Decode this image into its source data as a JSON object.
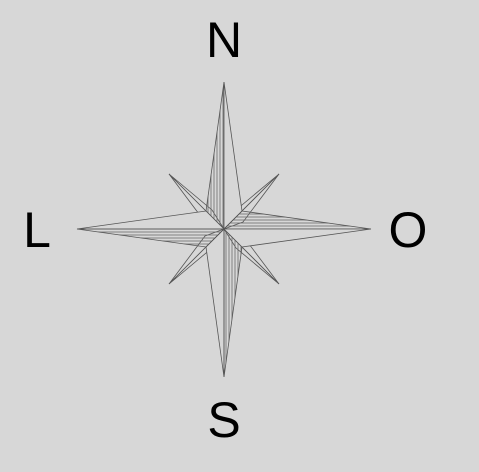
{
  "compass": {
    "north_label": "N",
    "south_label": "S",
    "west_label": "L",
    "east_label": "O"
  },
  "colors": {
    "background": "#d7d7d7",
    "stroke": "#555555",
    "hatch": "#6a6a6a",
    "text": "#000000"
  }
}
